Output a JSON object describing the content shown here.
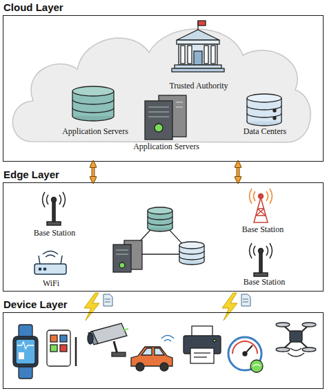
{
  "diagram": {
    "nodes": [
      {
        "text": [
          "Cloud Layer"
        ]
      },
      {
        "text": [
          "Trusted Authority"
        ],
        "in": 0
      },
      {
        "text": [
          "Application Servers"
        ],
        "in": 0
      },
      {
        "text": [
          "Data Centers"
        ],
        "in": 0
      },
      {
        "text": [
          "Application Servers"
        ],
        "in": 0
      },
      {
        "text": [
          "Edge Layer"
        ]
      },
      {
        "text": [
          "Base Station"
        ],
        "in": 5
      },
      {
        "text": [
          "Base Station"
        ],
        "in": 5
      },
      {
        "text": [
          "WiFi"
        ],
        "in": 5
      },
      {
        "text": [
          "Base Station"
        ],
        "in": 5
      },
      {
        "text": [
          "Device Layer"
        ]
      }
    ],
    "edges": [
      {
        "from": 0,
        "to": 5,
        "arrow": "both"
      },
      {
        "from": 0,
        "to": 5,
        "arrow": "both"
      }
    ]
  }
}
